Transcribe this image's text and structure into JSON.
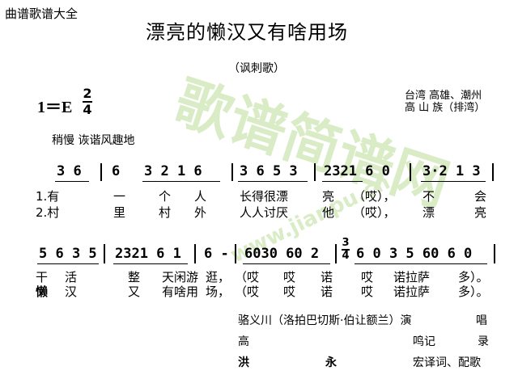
{
  "site_label": "曲谱歌谱大全",
  "title": "漂亮的懒汉又有啥用场",
  "subtitle": "（讽刺歌）",
  "key": "1＝E",
  "time_signature": {
    "top": "2",
    "bottom": "4"
  },
  "origin": {
    "line1": "台湾  高雄、潮州",
    "line2": "高  山  族（排湾）"
  },
  "tempo": "稍慢  诙谐风趣地",
  "watermark": {
    "main": "歌谱简谱网",
    "url": "www.jianpu.cn"
  },
  "staff1": {
    "notes": [
      "3 6",
      "6",
      "3 2 1 6",
      "3 6 5 3",
      "2321 6 0",
      "3·2 1 3"
    ],
    "lyrics1": [
      "1.有",
      "一",
      "个",
      "人",
      "长得很漂",
      "亮",
      "（哎），",
      "不",
      "会"
    ],
    "lyrics2": [
      "2.村",
      "里",
      "村",
      "外",
      "人人讨厌",
      "他",
      "（哎），",
      "漂",
      "亮"
    ]
  },
  "staff2": {
    "notes": [
      "5 6 3 5",
      "2321 6 1",
      "6 -",
      "6030 60 2",
      "6 0 3 5 60 6 0"
    ],
    "meter_change": {
      "top": "3",
      "bottom": "4"
    },
    "lyrics1": [
      "干",
      "活",
      "整",
      "天闲游",
      "逛，",
      "（哎",
      "哎",
      "诺",
      "哎",
      "诺拉萨",
      "多）。"
    ],
    "lyrics2": [
      "懒",
      "汉",
      "又",
      "有啥用",
      "场，",
      "（哎",
      "哎",
      "诺",
      "哎",
      "诺拉萨",
      "多）。"
    ]
  },
  "credits": {
    "singer": "骆义川（洛拍巴切斯·伯让额兰）演",
    "singer_role": "唱",
    "recorder": "高",
    "recorder_role": "鸣记",
    "recorder_role2": "录",
    "arranger": "洪",
    "arranger2": "永",
    "arranger_role": "宏译词、配歌"
  }
}
